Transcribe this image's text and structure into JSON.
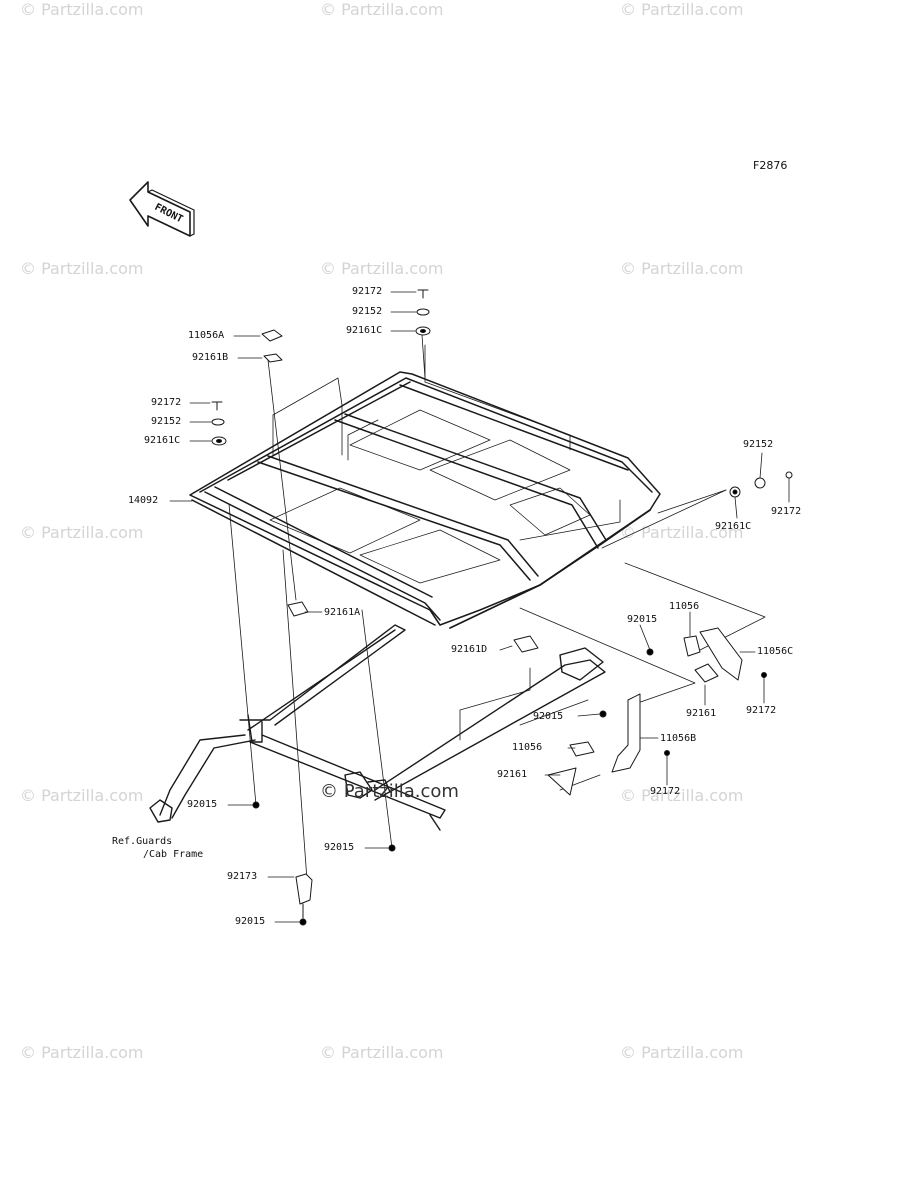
{
  "figure_code": "F2876",
  "front_arrow_label": "FRONT",
  "watermark_text": "© Partzilla.com",
  "center_watermark_text": "© Partzilla.com",
  "reference_note": [
    "Ref.Guards",
    "/Cab Frame"
  ],
  "parts": {
    "p92172_top": "92172",
    "p92152_top": "92152",
    "p92161C_top": "92161C",
    "p11056A": "11056A",
    "p92161B": "92161B",
    "p92172_left": "92172",
    "p92152_left": "92152",
    "p92161C_left": "92161C",
    "p14092": "14092",
    "p92152_right": "92152",
    "p92172_right": "92172",
    "p92161C_right": "92161C",
    "p92161A": "92161A",
    "p92161D": "92161D",
    "p92015_mid": "92015",
    "p11056": "11056",
    "p11056C": "11056C",
    "p92161_right": "92161",
    "p92172_mid": "92172",
    "p92015_center": "92015",
    "p11056B": "11056B",
    "p11056_lower": "11056",
    "p92161_lower": "92161",
    "p92172_lower": "92172",
    "p92015_left": "92015",
    "p92015_bottom": "92015",
    "p92173": "92173",
    "p92015_foot": "92015"
  },
  "colors": {
    "line": "#1a1a1a",
    "watermark": "#d4d4d4",
    "background": "#ffffff"
  }
}
